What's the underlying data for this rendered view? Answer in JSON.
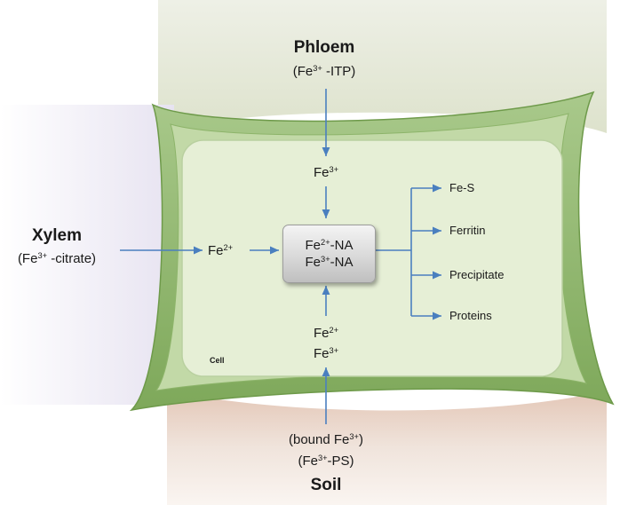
{
  "phloem": {
    "title": "Phloem",
    "sub_pre": "(Fe",
    "sub_sup": "3+",
    "sub_post": " -ITP)"
  },
  "xylem": {
    "title": "Xylem",
    "sub_pre": "(Fe",
    "sub_sup": "3+",
    "sub_post": " -citrate)"
  },
  "soil": {
    "title": "Soil",
    "bound_pre": "(bound Fe",
    "bound_sup": "3+",
    "bound_post": ")",
    "ps_pre": "(Fe",
    "ps_sup": "3+",
    "ps_post": "-PS)"
  },
  "cell": {
    "label": "Cell"
  },
  "fe_top": {
    "base": "Fe",
    "sup": "3+"
  },
  "fe_left": {
    "base": "Fe",
    "sup": "2+"
  },
  "fe_bottom": {
    "line1_base": "Fe",
    "line1_sup": "2+",
    "line2_base": "Fe",
    "line2_sup": "3+"
  },
  "complex": {
    "line1_base": "Fe",
    "line1_sup": "2+",
    "line1_post": "-NA",
    "line2_base": "Fe",
    "line2_sup": "3+",
    "line2_post": "-NA"
  },
  "outputs": [
    "Fe-S",
    "Ferritin",
    "Precipitate",
    "Proteins"
  ],
  "colors": {
    "arrow": "#4a7fbf",
    "cell_fill": "#e6efd6",
    "cell_wall": "#8db46a",
    "phloem_band": "#e9ecdf",
    "xylem_band": "#ebe8f3",
    "soil_band": "#ead9cf"
  }
}
